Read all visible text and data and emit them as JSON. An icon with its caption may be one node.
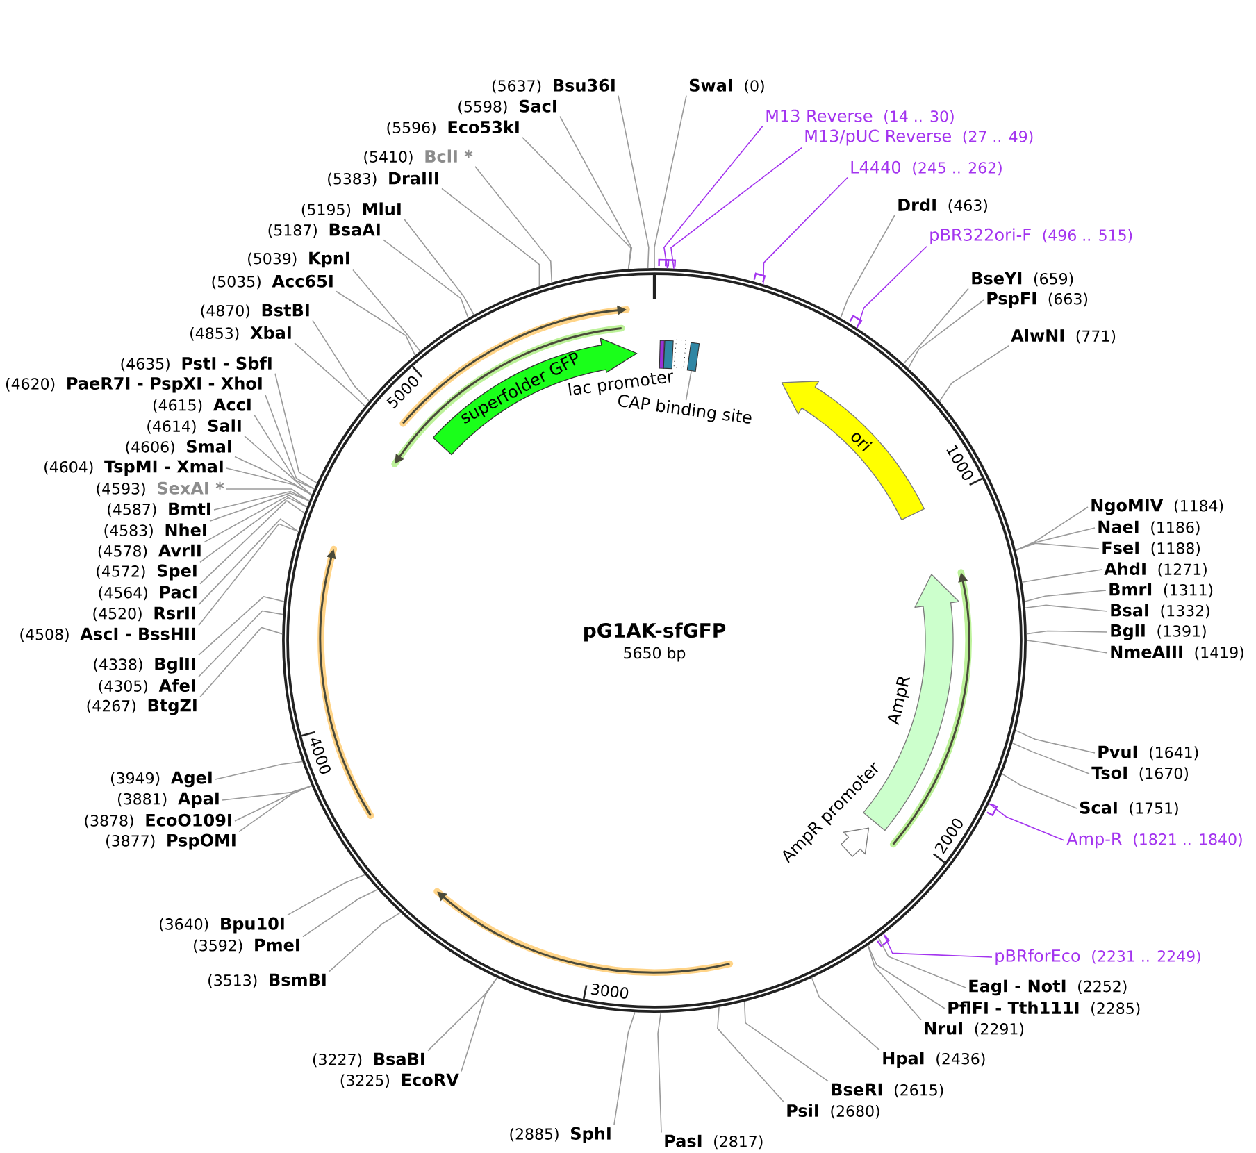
{
  "diagram": {
    "nodes": [
      {
        "text": [
          "pG1AK-sfGFP",
          "5650 bp"
        ]
      },
      {
        "text": [
          "superfolder GFP"
        ],
        "in": 0
      },
      {
        "text": [],
        "shape": "box",
        "in": 0
      },
      {
        "text": [],
        "shape": "box",
        "in": 0
      },
      {
        "text": [],
        "shape": "box",
        "in": 0
      },
      {
        "text": [],
        "shape": "box",
        "in": 0
      },
      {
        "text": [
          "CAP binding site"
        ],
        "in": 0
      },
      {
        "text": [
          "ori"
        ],
        "in": 0
      },
      {
        "text": [
          "AmpR"
        ],
        "in": 0
      },
      {
        "text": [
          "AmpR promoter"
        ],
        "in": 0
      },
      {
        "text": [
          "SwaI",
          "(0)"
        ]
      },
      {
        "text": [
          "M13 Reverse",
          "(14 .. 30)"
        ]
      },
      {
        "text": [
          "M13/pUC Reverse",
          "(27 .. 49)"
        ]
      },
      {
        "text": [
          "L4440",
          "(245 .. 262)"
        ]
      },
      {
        "text": [
          "DrdI",
          "(463)"
        ]
      },
      {
        "text": [
          "pBR322ori-F",
          "(496 .. 515)"
        ]
      },
      {
        "text": [
          "BseYI",
          "(659)"
        ]
      },
      {
        "text": [
          "PspFI",
          "(663)"
        ]
      },
      {
        "text": [
          "AlwNI",
          "(771)"
        ]
      },
      {
        "text": [
          "NgoMIV",
          "(1184)"
        ]
      },
      {
        "text": [
          "NaeI",
          "(1186)"
        ]
      },
      {
        "text": [
          "FseI",
          "(1188)"
        ]
      },
      {
        "text": [
          "AhdI",
          "(1271)"
        ]
      },
      {
        "text": [
          "BmrI",
          "(1311)"
        ]
      },
      {
        "text": [
          "BsaI",
          "(1332)"
        ]
      },
      {
        "text": [
          "BglI",
          "(1391)"
        ]
      },
      {
        "text": [
          "NmeAIII",
          "(1419)"
        ]
      },
      {
        "text": [
          "PvuI",
          "(1641)"
        ]
      },
      {
        "text": [
          "TsoI",
          "(1670)"
        ]
      },
      {
        "text": [
          "ScaI",
          "(1751)"
        ]
      },
      {
        "text": [
          "Amp-R",
          "(1821 .. 1840)"
        ]
      },
      {
        "text": [
          "pBRforEco",
          "(2231 .. 2249)"
        ]
      },
      {
        "text": [
          "EagI - NotI",
          "(2252)"
        ]
      },
      {
        "text": [
          "PflFI - Tth111I",
          "(2285)"
        ]
      },
      {
        "text": [
          "NruI",
          "(2291)"
        ]
      },
      {
        "text": [
          "HpaI",
          "(2436)"
        ]
      },
      {
        "text": [
          "BseRI",
          "(2615)"
        ]
      },
      {
        "text": [
          "PsiI",
          "(2680)"
        ]
      },
      {
        "text": [
          "PasI",
          "(2817)"
        ]
      },
      {
        "text": [
          "(2885)",
          "SphI"
        ]
      },
      {
        "text": [
          "(3225)",
          "EcoRV"
        ]
      },
      {
        "text": [
          "(3227)",
          "BsaBI"
        ]
      },
      {
        "text": [
          "(3513)",
          "BsmBI"
        ]
      },
      {
        "text": [
          "(3592)",
          "PmeI"
        ]
      },
      {
        "text": [
          "(3640)",
          "Bpu10I"
        ]
      },
      {
        "text": [
          "(3877)",
          "PspOMI"
        ]
      },
      {
        "text": [
          "(3878)",
          "EcoO109I"
        ]
      },
      {
        "text": [
          "(3881)",
          "ApaI"
        ]
      },
      {
        "text": [
          "(3949)",
          "AgeI"
        ]
      },
      {
        "text": [
          "(4267)",
          "BtgZI"
        ]
      },
      {
        "text": [
          "(4305)",
          "AfeI"
        ]
      },
      {
        "text": [
          "(4338)",
          "BglII"
        ]
      },
      {
        "text": [
          "(4508)",
          "AscI - BssHII"
        ]
      },
      {
        "text": [
          "(4520)",
          "RsrII"
        ]
      },
      {
        "text": [
          "(4564)",
          "PacI"
        ]
      },
      {
        "text": [
          "(4572)",
          "SpeI"
        ]
      },
      {
        "text": [
          "(4578)",
          "AvrII"
        ]
      },
      {
        "text": [
          "(4583)",
          "NheI"
        ]
      },
      {
        "text": [
          "(4587)",
          "BmtI"
        ]
      },
      {
        "text": [
          "(4593)",
          "SexAI *"
        ]
      },
      {
        "text": [
          "(4604)",
          "TspMI - XmaI"
        ]
      },
      {
        "text": [
          "(4606)",
          "SmaI"
        ]
      },
      {
        "text": [
          "(4614)",
          "SalI"
        ]
      },
      {
        "text": [
          "(4615)",
          "AccI"
        ]
      },
      {
        "text": [
          "(4620)",
          "PaeR7I - PspXI - XhoI"
        ]
      },
      {
        "text": [
          "(4635)",
          "PstI - SbfI"
        ]
      },
      {
        "text": [
          "(4853)",
          "XbaI"
        ]
      },
      {
        "text": [
          "(4870)",
          "BstBI"
        ]
      },
      {
        "text": [
          "(5035)",
          "Acc65I"
        ]
      },
      {
        "text": [
          "(5039)",
          "KpnI"
        ]
      },
      {
        "text": [
          "(5187)",
          "BsaAI"
        ]
      },
      {
        "text": [
          "(5195)",
          "MluI"
        ]
      },
      {
        "text": [
          "(5383)",
          "DraIII"
        ]
      },
      {
        "text": [
          "(5410)",
          "BclI *"
        ]
      },
      {
        "text": [
          "(5596)",
          "Eco53kI"
        ]
      },
      {
        "text": [
          "(5598)",
          "SacI"
        ]
      },
      {
        "text": [
          "(5637)",
          "Bsu36I"
        ]
      }
    ],
    "edges": [
      {
        "from": 6,
        "to": 5,
        "arrow": "none"
      },
      {
        "from": 10,
        "to": 0,
        "arrow": "none"
      },
      {
        "from": 11,
        "to": 0,
        "arrow": "none",
        "color": "#a334ef"
      },
      {
        "from": 12,
        "to": 0,
        "arrow": "none",
        "color": "#a334ef"
      },
      {
        "from": 13,
        "to": 0,
        "arrow": "none",
        "color": "#a334ef"
      },
      {
        "from": 14,
        "to": 0,
        "arrow": "none"
      },
      {
        "from": 15,
        "to": 0,
        "arrow": "none",
        "color": "#a334ef"
      },
      {
        "from": 16,
        "to": 0,
        "arrow": "none"
      },
      {
        "from": 17,
        "to": 0,
        "arrow": "none"
      },
      {
        "from": 18,
        "to": 0,
        "arrow": "none"
      },
      {
        "from": 19,
        "to": 0,
        "arrow": "none"
      },
      {
        "from": 20,
        "to": 0,
        "arrow": "none"
      },
      {
        "from": 21,
        "to": 0,
        "arrow": "none"
      },
      {
        "from": 22,
        "to": 0,
        "arrow": "none"
      },
      {
        "from": 23,
        "to": 0,
        "arrow": "none"
      },
      {
        "from": 24,
        "to": 0,
        "arrow": "none"
      },
      {
        "from": 25,
        "to": 0,
        "arrow": "none"
      },
      {
        "from": 26,
        "to": 0,
        "arrow": "none"
      },
      {
        "from": 27,
        "to": 0,
        "arrow": "none"
      },
      {
        "from": 28,
        "to": 0,
        "arrow": "none"
      },
      {
        "from": 29,
        "to": 0,
        "arrow": "none"
      },
      {
        "from": 30,
        "to": 0,
        "arrow": "none",
        "color": "#a334ef"
      },
      {
        "from": 31,
        "to": 0,
        "arrow": "none",
        "color": "#a334ef"
      },
      {
        "from": 32,
        "to": 0,
        "arrow": "none"
      },
      {
        "from": 33,
        "to": 0,
        "arrow": "none"
      },
      {
        "from": 34,
        "to": 0,
        "arrow": "none"
      },
      {
        "from": 35,
        "to": 0,
        "arrow": "none"
      },
      {
        "from": 36,
        "to": 0,
        "arrow": "none"
      },
      {
        "from": 37,
        "to": 0,
        "arrow": "none"
      },
      {
        "from": 38,
        "to": 0,
        "arrow": "none"
      },
      {
        "from": 39,
        "to": 0,
        "arrow": "none"
      },
      {
        "from": 40,
        "to": 0,
        "arrow": "none"
      },
      {
        "from": 41,
        "to": 0,
        "arrow": "none"
      },
      {
        "from": 42,
        "to": 0,
        "arrow": "none"
      },
      {
        "from": 43,
        "to": 0,
        "arrow": "none"
      },
      {
        "from": 44,
        "to": 0,
        "arrow": "none"
      },
      {
        "from": 45,
        "to": 0,
        "arrow": "none"
      },
      {
        "from": 46,
        "to": 0,
        "arrow": "none"
      },
      {
        "from": 47,
        "to": 0,
        "arrow": "none"
      },
      {
        "from": 48,
        "to": 0,
        "arrow": "none"
      },
      {
        "from": 49,
        "to": 0,
        "arrow": "none"
      },
      {
        "from": 50,
        "to": 0,
        "arrow": "none"
      },
      {
        "from": 51,
        "to": 0,
        "arrow": "none"
      },
      {
        "from": 52,
        "to": 0,
        "arrow": "none"
      },
      {
        "from": 53,
        "to": 0,
        "arrow": "none"
      },
      {
        "from": 54,
        "to": 0,
        "arrow": "none"
      },
      {
        "from": 55,
        "to": 0,
        "arrow": "none"
      },
      {
        "from": 56,
        "to": 0,
        "arrow": "none"
      },
      {
        "from": 57,
        "to": 0,
        "arrow": "none"
      },
      {
        "from": 58,
        "to": 0,
        "arrow": "none"
      },
      {
        "from": 59,
        "to": 0,
        "arrow": "none"
      },
      {
        "from": 60,
        "to": 0,
        "arrow": "none"
      },
      {
        "from": 61,
        "to": 0,
        "arrow": "none"
      },
      {
        "from": 62,
        "to": 0,
        "arrow": "none"
      },
      {
        "from": 63,
        "to": 0,
        "arrow": "none"
      },
      {
        "from": 64,
        "to": 0,
        "arrow": "none"
      },
      {
        "from": 65,
        "to": 0,
        "arrow": "none"
      },
      {
        "from": 66,
        "to": 0,
        "arrow": "none"
      },
      {
        "from": 67,
        "to": 0,
        "arrow": "none"
      },
      {
        "from": 68,
        "to": 0,
        "arrow": "none"
      },
      {
        "from": 69,
        "to": 0,
        "arrow": "none"
      },
      {
        "from": 70,
        "to": 0,
        "arrow": "none"
      },
      {
        "from": 71,
        "to": 0,
        "arrow": "none"
      },
      {
        "from": 72,
        "to": 0,
        "arrow": "none"
      },
      {
        "from": 73,
        "to": 0,
        "arrow": "none"
      },
      {
        "from": 74,
        "to": 0,
        "arrow": "none"
      },
      {
        "from": 75,
        "to": 0,
        "arrow": "none"
      },
      {
        "from": 76,
        "to": 0,
        "arrow": "none"
      }
    ],
    "labels": [
      "lac promoter",
      "1000",
      "2000",
      "3000",
      "4000",
      "5000"
    ]
  }
}
